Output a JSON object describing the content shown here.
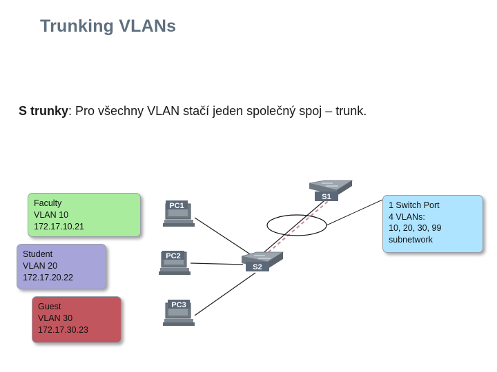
{
  "title": "Trunking VLANs",
  "subtitle": {
    "bold": "S trunky",
    "rest": ": Pro všechny VLAN stačí jeden společný spoj – trunk."
  },
  "colors": {
    "faculty_bg": "#a9ec9e",
    "student_bg": "#a6a4d8",
    "guest_bg": "#c2565e",
    "switchinfo_bg": "#aee4ff",
    "label_bg": "#5b6878",
    "trunk_dash": "#c88a9a"
  },
  "faculty": {
    "lines": [
      "Faculty",
      "VLAN 10",
      "172.17.10.21"
    ]
  },
  "student": {
    "lines": [
      "Student",
      "VLAN 20",
      "172.17.20.22"
    ]
  },
  "guest": {
    "lines": [
      "Guest",
      "VLAN 30",
      "172.17.30.23"
    ]
  },
  "switch_info": {
    "lines": [
      "1 Switch Port",
      "4 VLANs:",
      "10, 20, 30, 99",
      "subnetwork"
    ]
  },
  "devices": {
    "pc1": "PC1",
    "pc2": "PC2",
    "pc3": "PC3",
    "s1": "S1",
    "s2": "S2"
  },
  "icons": {
    "pc": "computer-icon",
    "switch": "switch-icon"
  }
}
